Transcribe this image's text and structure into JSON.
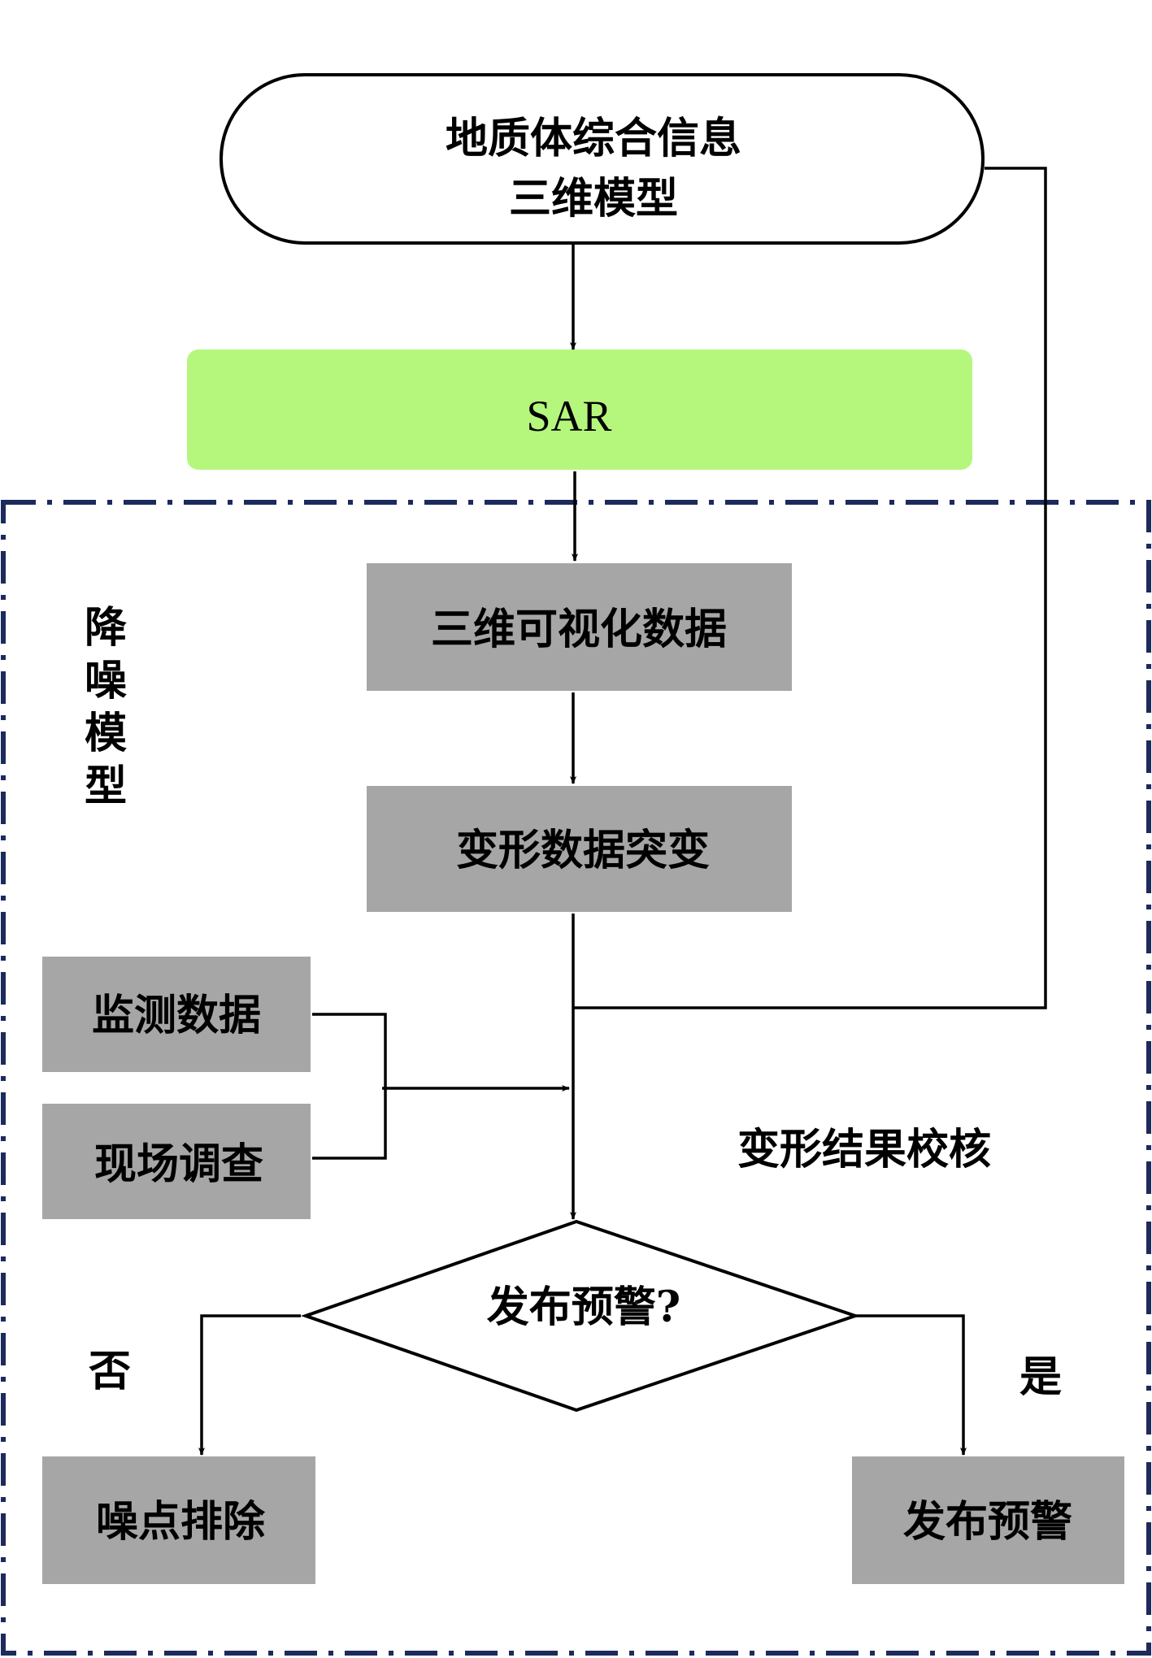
{
  "diagram": {
    "title_line1": "地质体综合信息",
    "title_line2": "三维模型",
    "sar": "SAR",
    "visualization": "三维可视化数据",
    "mutation": "变形数据突变",
    "monitoring": "监测数据",
    "survey": "现场调查",
    "decision": "发布预警?",
    "noise_removal": "噪点排除",
    "publish": "发布预警",
    "label_no": "否",
    "label_yes": "是",
    "label_check": "变形结果校核",
    "denoise_chars": [
      "降",
      "噪",
      "模",
      "型"
    ]
  },
  "colors": {
    "sar_fill": "#b5f77d",
    "box_fill": "#a6a6a6",
    "region_border": "#1c2a5c",
    "line": "#000000"
  }
}
